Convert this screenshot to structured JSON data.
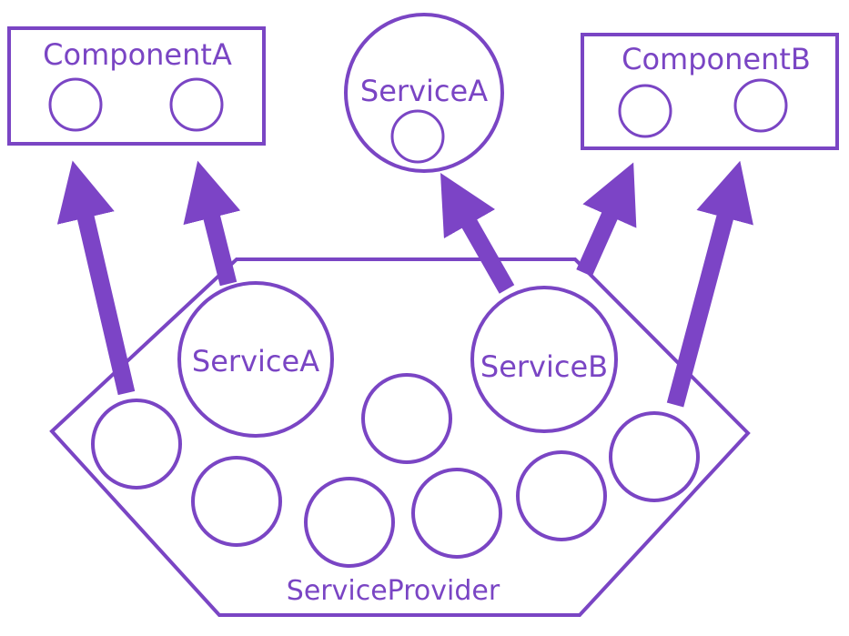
{
  "colors": {
    "accent": "#7a45c4",
    "arrow": "#7c44c6",
    "background": "#ffffff"
  },
  "component_a": {
    "label": "ComponentA"
  },
  "component_b": {
    "label": "ComponentB"
  },
  "service_a_top": {
    "label": "ServiceA"
  },
  "provider": {
    "label": "ServiceProvider",
    "service_a": "ServiceA",
    "service_b": "ServiceB"
  }
}
